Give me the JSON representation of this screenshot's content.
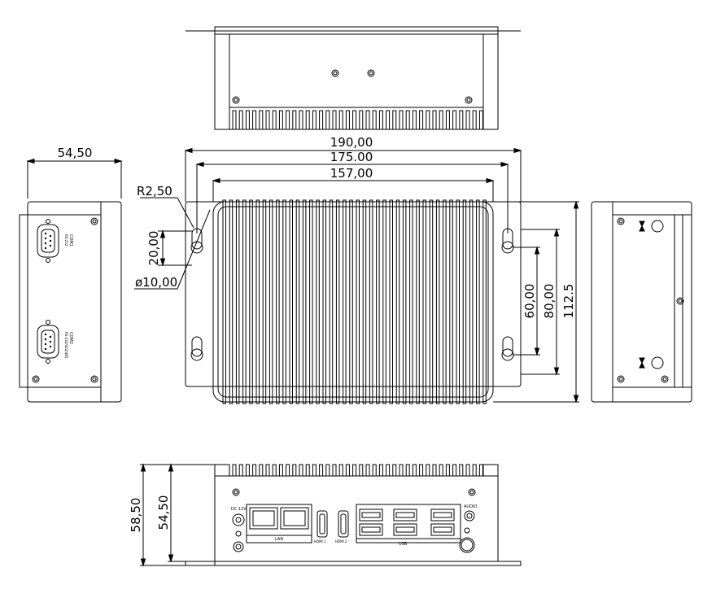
{
  "dimensions": {
    "overall_width": "190,00",
    "mount_spacing": "175.00",
    "body_width": "157,00",
    "corner_radius": "R2,50",
    "slot_length": "20,00",
    "hole_diameter": "ø10,00",
    "side_depth": "54,50",
    "slot_spacing": "60,00",
    "mount_height": "80,00",
    "overall_height": "112.5",
    "front_total_height": "58,50",
    "front_body_height": "54,50"
  },
  "ports": {
    "dc": "DC 12V",
    "lan": "LAN",
    "hdmi1": "HDMI 1",
    "hdmi2": "HDMI 2",
    "usb": "USB",
    "audio": "AUDIO"
  },
  "side_labels": {
    "com1": "COM1",
    "com1_sub": "RS-232",
    "com2": "COM2",
    "com2_sub": "RS-232/422/485"
  }
}
